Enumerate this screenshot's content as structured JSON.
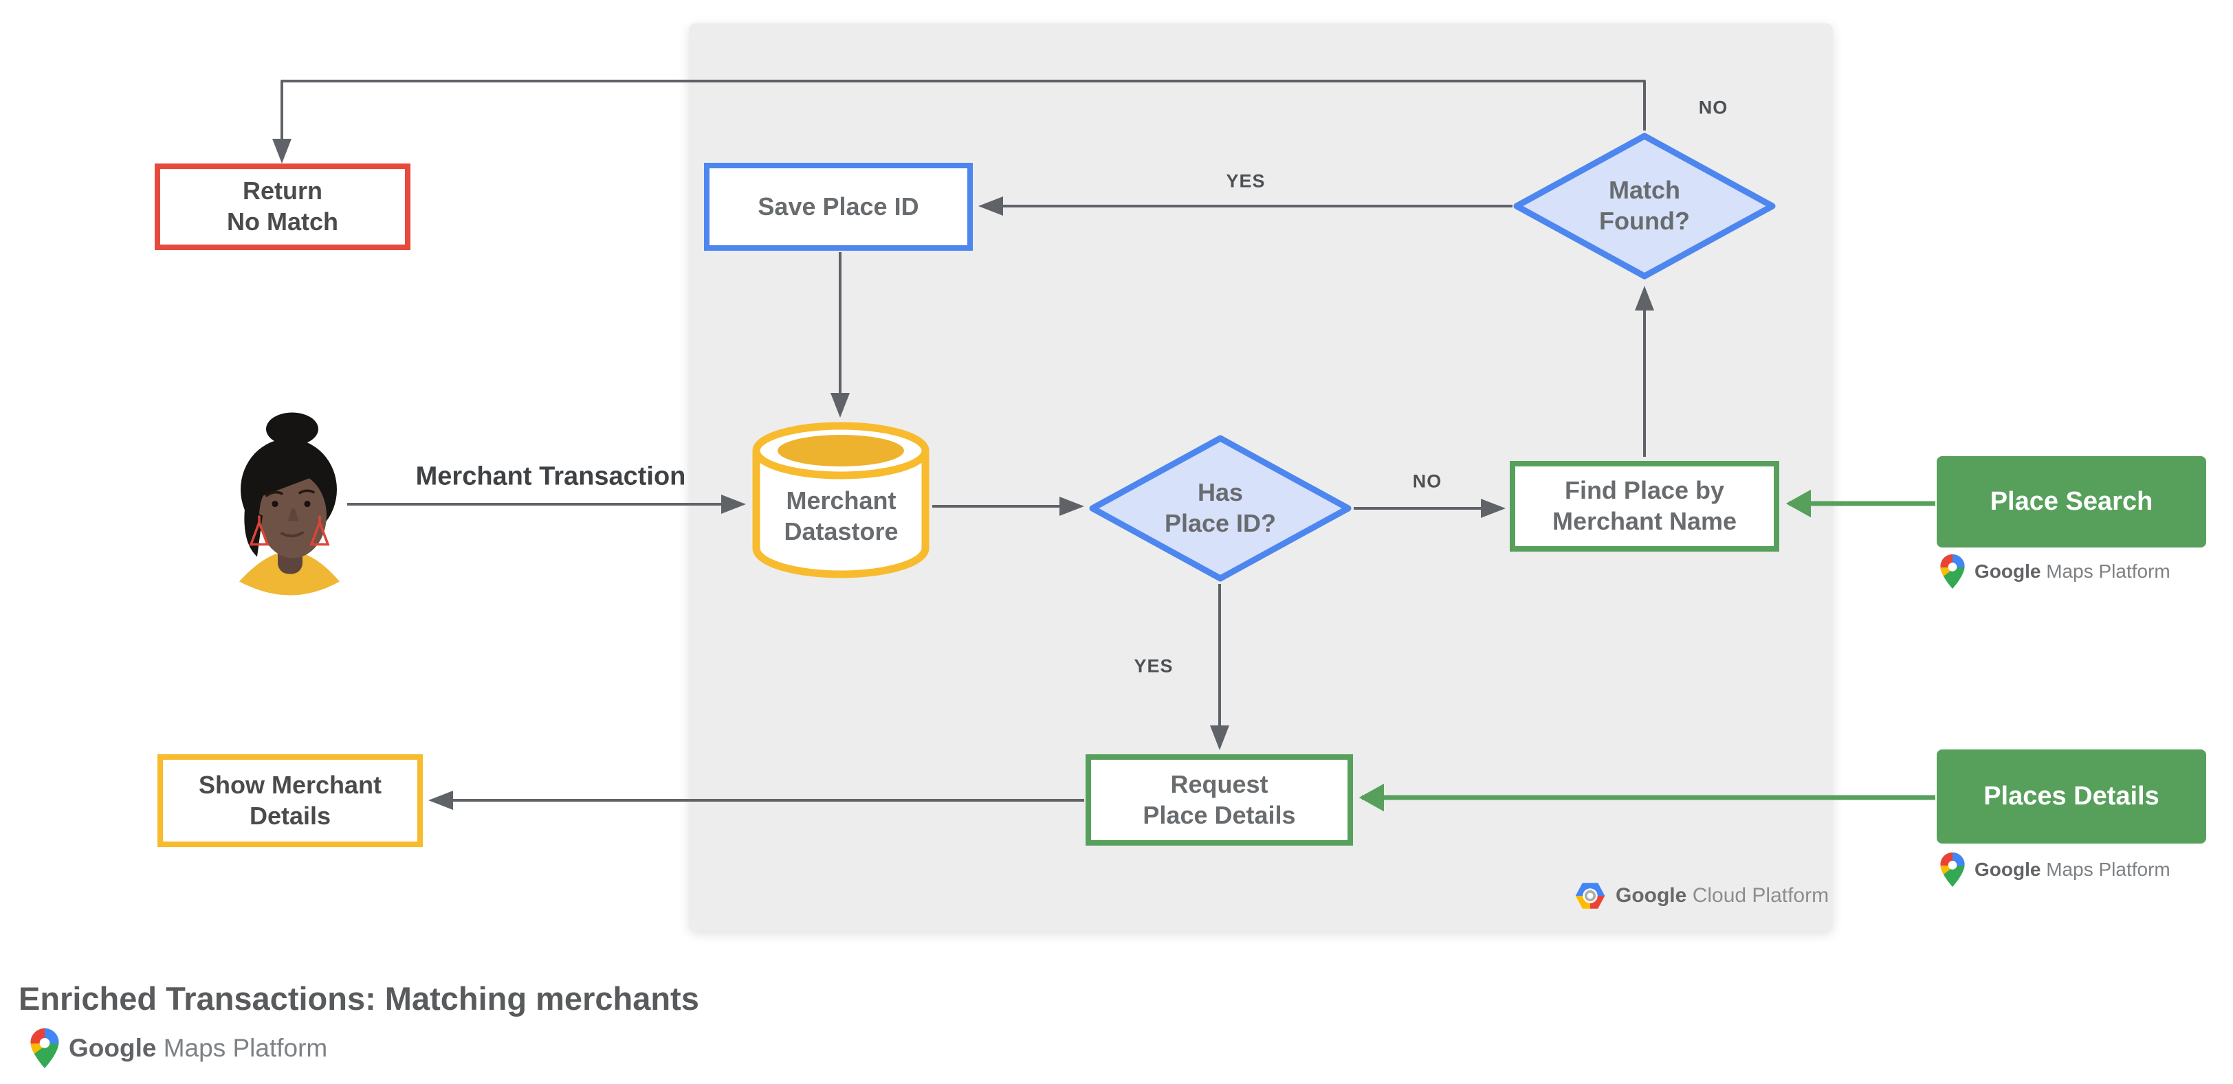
{
  "palette": {
    "panel": "#EDEDEE",
    "line": "#5F6368",
    "blue": "#4D86EF",
    "blue_fill": "#D7E1FA",
    "red": "#E64A3C",
    "yellow": "#F7BB2D",
    "amber": "#EEB32E",
    "green": "#57A05C",
    "box_text": "#696C6E",
    "dark_text": "#4A4B4D",
    "label_text": "#4E5154",
    "title_text": "#595A5C"
  },
  "nodes": {
    "return_no_match": {
      "label": "Return\nNo Match"
    },
    "save_place_id": {
      "label": "Save Place ID"
    },
    "match_found": {
      "label": "Match\nFound?"
    },
    "merchant_datastore": {
      "label": "Merchant\nDatastore"
    },
    "has_place_id": {
      "label": "Has\nPlace ID?"
    },
    "find_place": {
      "label": "Find Place by\nMerchant Name"
    },
    "request_details": {
      "label": "Request\nPlace Details"
    },
    "show_details": {
      "label": "Show Merchant\nDetails"
    },
    "place_search": {
      "label": "Place Search"
    },
    "places_details": {
      "label": "Places Details"
    }
  },
  "labels": {
    "merchant_transaction": "Merchant Transaction",
    "yes_top": "YES",
    "no_top": "NO",
    "no_mid": "NO",
    "yes_mid": "YES"
  },
  "logos": {
    "gmp": {
      "brand": "Google",
      "product": "Maps Platform"
    },
    "gcp": {
      "brand": "Google",
      "product": "Cloud Platform"
    }
  },
  "footer": {
    "title": "Enriched Transactions: Matching merchants"
  }
}
